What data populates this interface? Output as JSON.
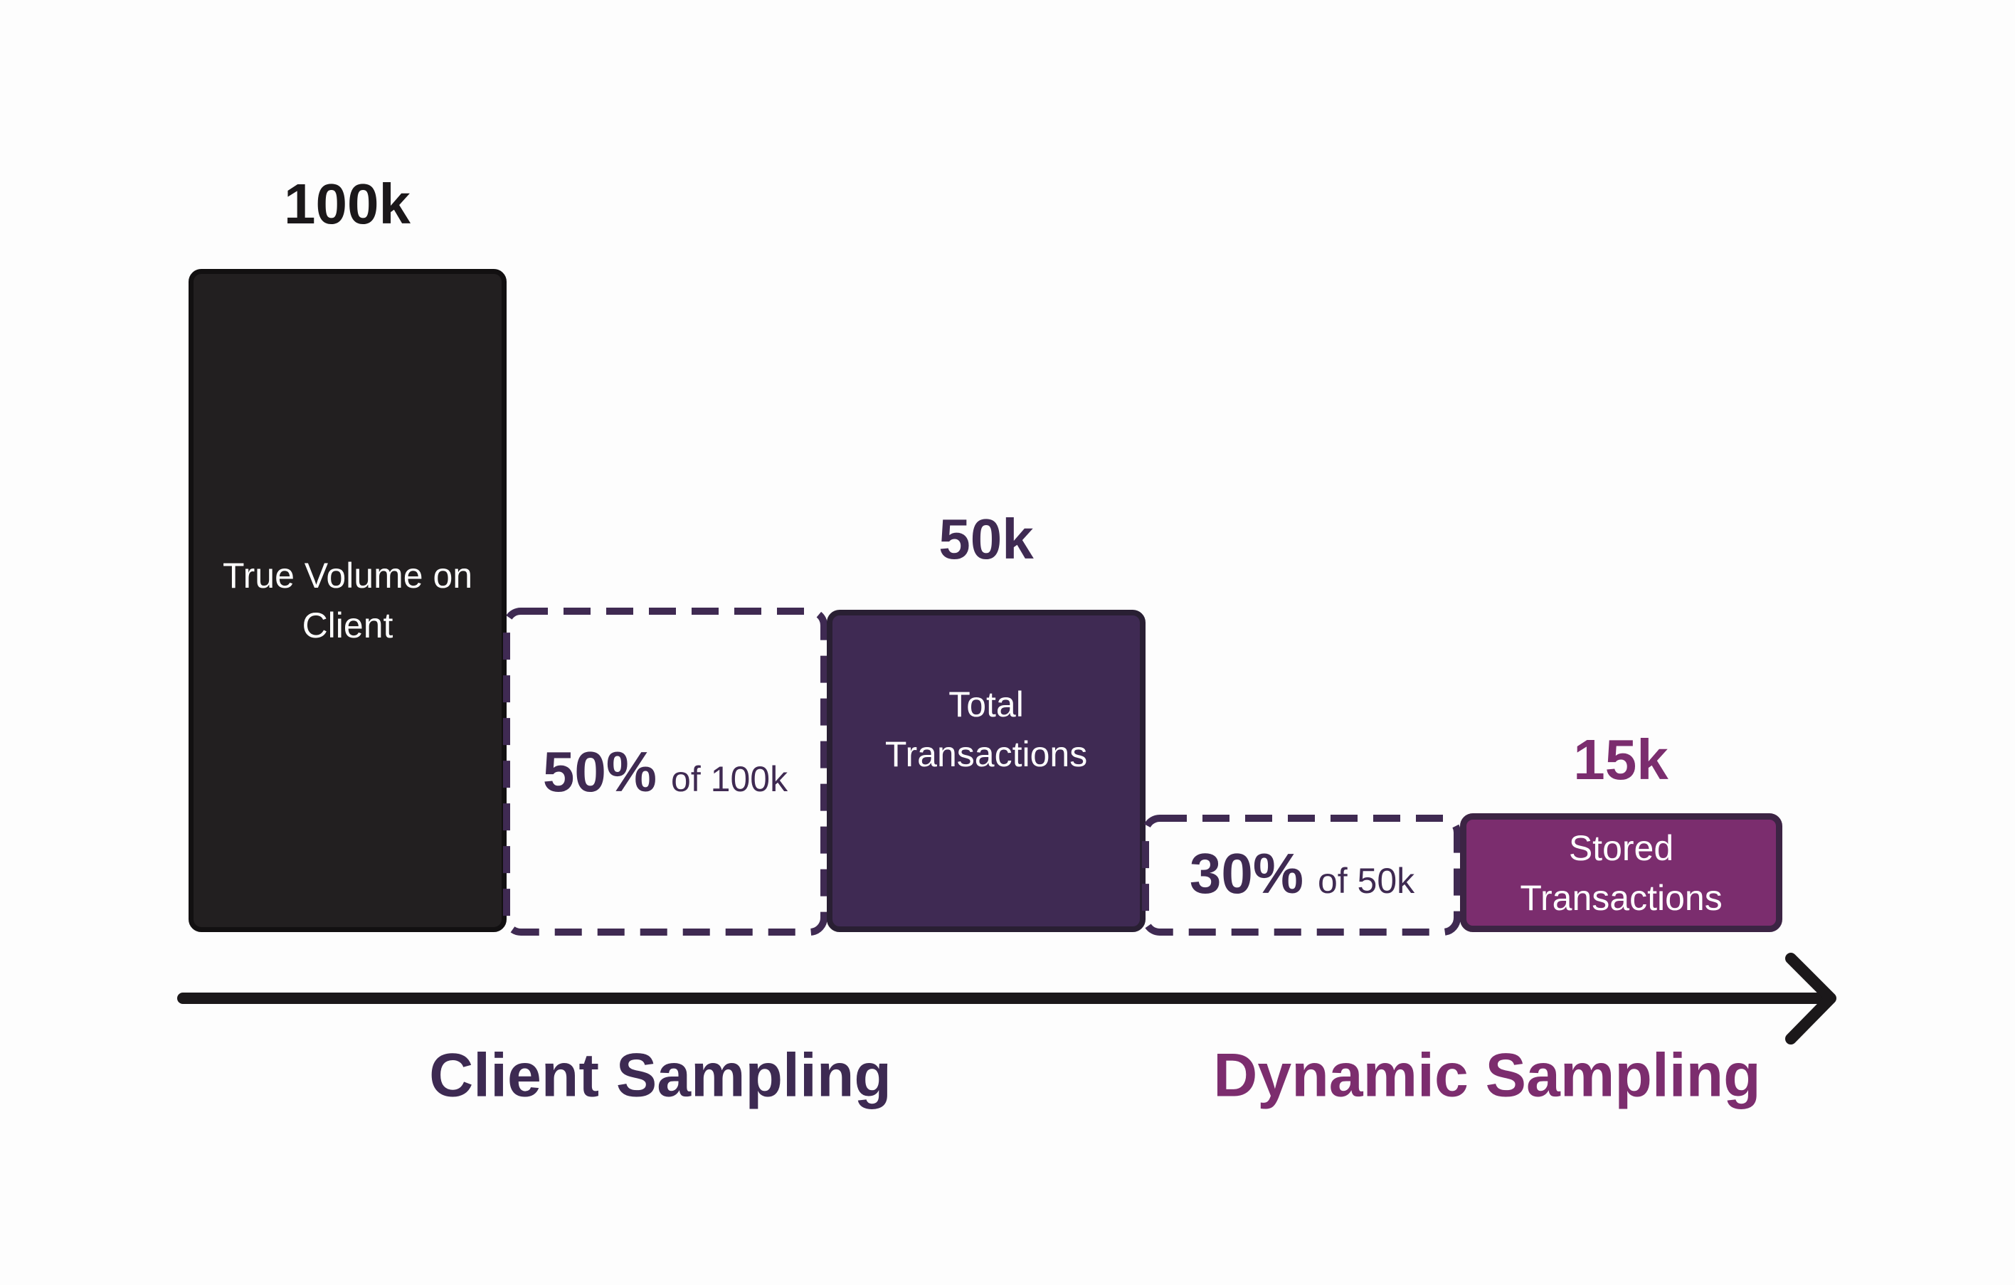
{
  "colors": {
    "background": "#fdfdfd",
    "black_bar_fill": "#221f20",
    "black_bar_border": "#121011",
    "purple_bar_fill": "#3f2a53",
    "purple_bar_border": "#291f33",
    "magenta_bar_fill": "#7b2d6e",
    "magenta_bar_border": "#3c2444",
    "dashed_border": "#3f2a52",
    "arrow": "#1b181a",
    "value_black": "#1b181a",
    "value_purple": "#3f2a52",
    "value_magenta": "#7b2d6e",
    "rate_text": "#3f2a52",
    "bar_label_text": "#ffffff",
    "stage_client_text": "#3d2a52",
    "stage_dynamic_text": "#7c2d6e"
  },
  "bars": {
    "true_volume": {
      "value": "100k",
      "label_line1": "True Volume on",
      "label_line2": "Client"
    },
    "total_transactions": {
      "value": "50k",
      "label_line1": "Total",
      "label_line2": "Transactions"
    },
    "stored_transactions": {
      "value": "15k",
      "label_line1": "Stored",
      "label_line2": "Transactions"
    }
  },
  "rates": {
    "client": {
      "pct": "50%",
      "of": "of 100k"
    },
    "dynamic": {
      "pct": "30%",
      "of": "of 50k"
    }
  },
  "stages": {
    "client": "Client Sampling",
    "dynamic": "Dynamic Sampling"
  },
  "chart_data": {
    "type": "bar",
    "categories": [
      "True Volume on Client",
      "Total Transactions",
      "Stored Transactions"
    ],
    "values": [
      100000,
      50000,
      15000
    ],
    "value_labels": [
      "100k",
      "50k",
      "15k"
    ],
    "annotations": [
      "50% of 100k",
      "30% of 50k"
    ],
    "stage_labels": [
      "Client Sampling",
      "Dynamic Sampling"
    ],
    "title": "",
    "xlabel": "",
    "ylabel": ""
  }
}
